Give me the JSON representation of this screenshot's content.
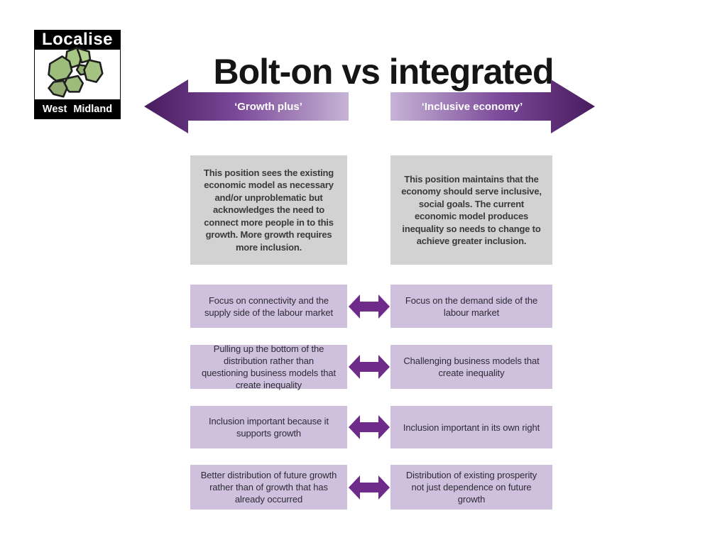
{
  "title": "Bolt-on vs integrated",
  "logo": {
    "name": "Localise",
    "region": "West Midland"
  },
  "arrows": {
    "left_label": "‘Growth plus’",
    "right_label": "‘Inclusive economy’"
  },
  "summaries": {
    "left": "This position sees the existing economic model as necessary and/or unproblematic but acknowledges the need to connect more people in to this growth. More growth requires more inclusion.",
    "right": "This position maintains that the economy should serve inclusive, social goals. The current economic model produces inequality so needs to change to achieve greater inclusion."
  },
  "rows": [
    {
      "left": "Focus on connectivity and the supply side of the labour market",
      "right": "Focus on the demand side of the labour market"
    },
    {
      "left": "Pulling up the bottom of the distribution rather than questioning business models that create inequality",
      "right": "Challenging business models that create inequality"
    },
    {
      "left": "Inclusion important because it supports growth",
      "right": "Inclusion important in its own right"
    },
    {
      "left": "Better distribution of future growth rather than of growth that has already occurred",
      "right": "Distribution of existing prosperity not just dependence on future growth"
    }
  ],
  "colors": {
    "purple_dark": "#481b5e",
    "purple_mid": "#7a4898",
    "purple_light": "#c6b4d6",
    "double_arrow": "#6e2b8a",
    "lavender_box": "#cfc1de",
    "gray_box": "#d2d2d2"
  }
}
